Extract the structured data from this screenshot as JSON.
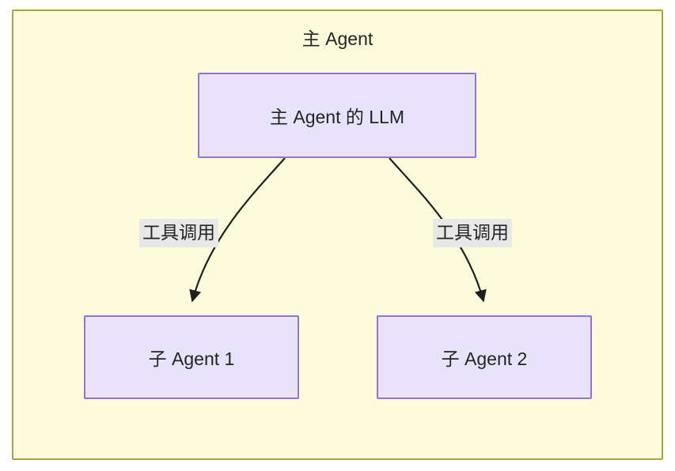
{
  "diagram": {
    "type": "flowchart",
    "cluster": {
      "title": "主 Agent",
      "background_color": "#fcfbdc",
      "border_color": "#aaa33e"
    },
    "node_style": {
      "fill": "#e8e3fb",
      "stroke": "#9673d3",
      "text_color": "#242424"
    },
    "nodes": [
      {
        "id": "llm",
        "label": "主 Agent 的 LLM"
      },
      {
        "id": "sub1",
        "label": "子 Agent 1"
      },
      {
        "id": "sub2",
        "label": "子 Agent 2"
      }
    ],
    "edges": [
      {
        "from": "llm",
        "to": "sub1",
        "label": "工具调用",
        "arrow": "arrowhead-down-icon"
      },
      {
        "from": "llm",
        "to": "sub2",
        "label": "工具调用",
        "arrow": "arrowhead-down-icon"
      }
    ],
    "edge_label_style": {
      "background_color": "#e8e8e8",
      "text_color": "#242424"
    },
    "edge_line_color": "#1f1f1f"
  }
}
